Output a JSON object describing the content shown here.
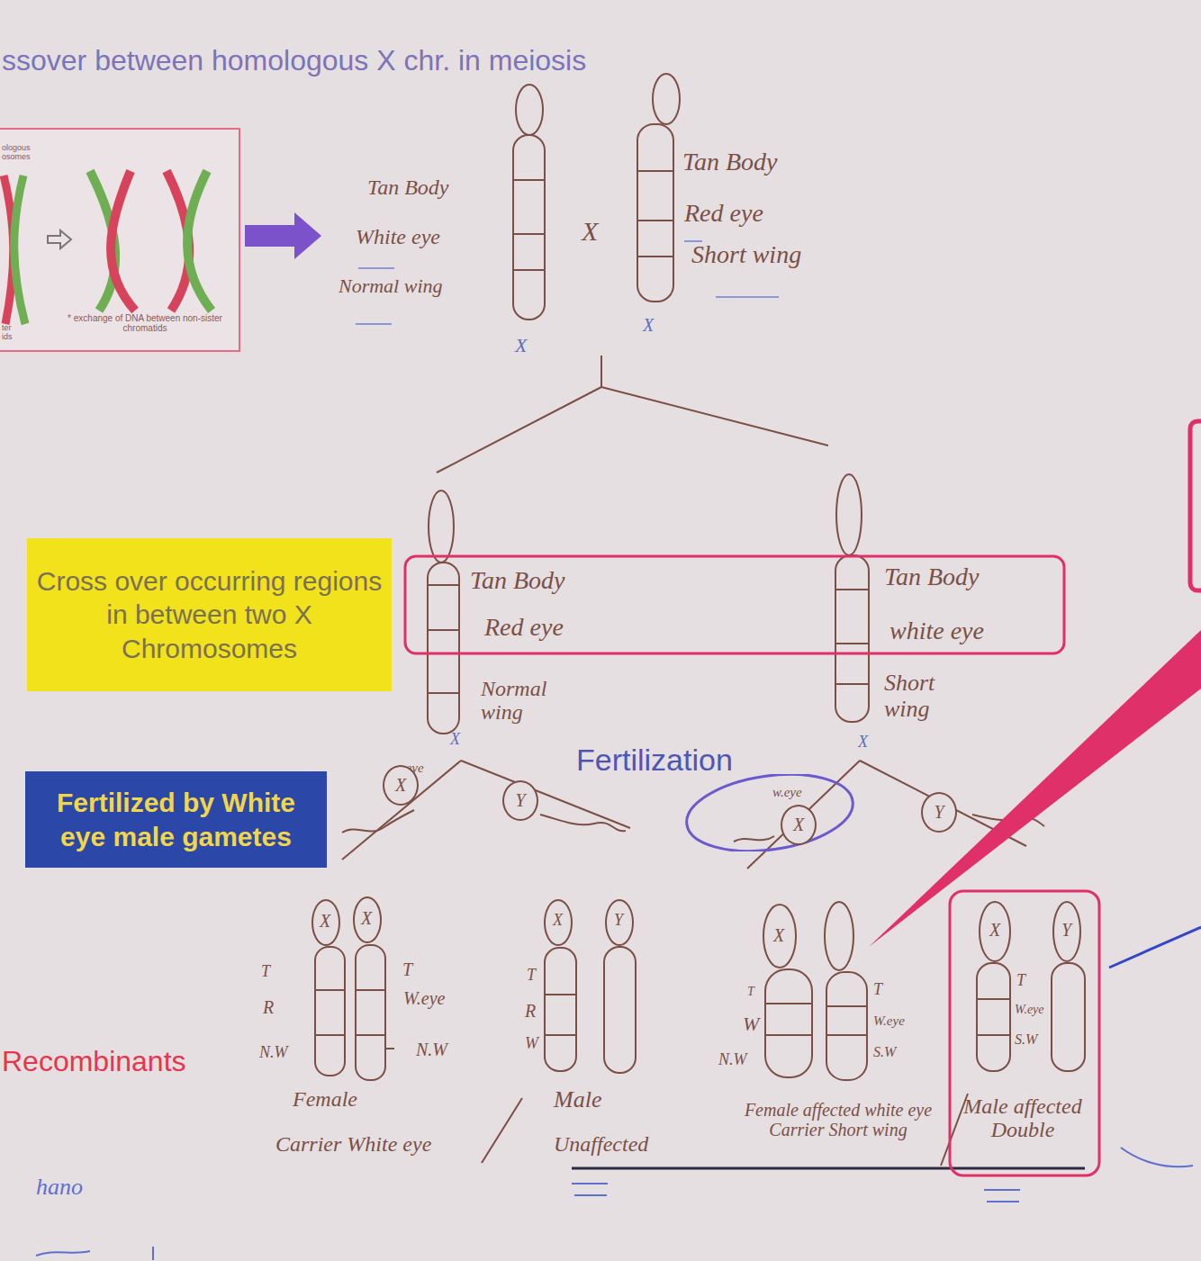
{
  "diagram": {
    "title": "ssover between homologous X chr. in meiosis",
    "nodes": [
      {
        "text": [
          "Cross over occurring regions in between two X Chromosomes"
        ]
      },
      {
        "text": [
          "Fertilized by White eye male gametes"
        ]
      },
      {
        "text": [
          "X"
        ]
      },
      {
        "text": [
          "Y"
        ]
      },
      {
        "text": [
          "w.eye"
        ]
      },
      {
        "text": [
          "X"
        ],
        "in": 4
      },
      {
        "text": [
          "Y"
        ]
      },
      {
        "text": [
          "X",
          "Y",
          "T",
          "W.eye",
          "S.W",
          "Male affected Double"
        ]
      }
    ],
    "labels": [
      "ologous osomes",
      "* exchange of DNA between non-sister chromatids",
      "ter ids",
      "Tan Body",
      "White eye",
      "Normal wing",
      "X",
      "X",
      "Tan Body",
      "Red eye",
      "Short wing",
      "X",
      "Tan Body",
      "Red eye",
      "Normal wing",
      "X",
      "Tan Body",
      "white eye",
      "Short wing",
      "X",
      "Fertilization",
      "w.eye",
      "X",
      "X",
      "T",
      "R",
      "N.W",
      "T",
      "W.eye",
      "N.W",
      "Female",
      "Carrier White eye",
      "X",
      "Y",
      "T",
      "R",
      "W",
      "Male",
      "Unaffected",
      "X",
      "T",
      "W",
      "N.W",
      "T",
      "W.eye",
      "S.W",
      "Female affected white eye Carrier Short wing",
      "Recombinants",
      "hano"
    ]
  }
}
